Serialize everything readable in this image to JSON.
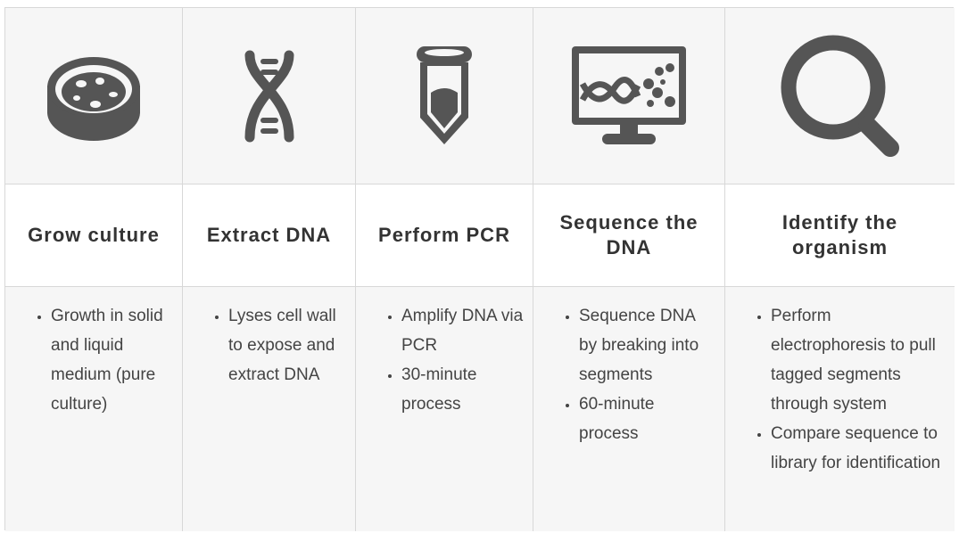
{
  "steps": [
    {
      "icon": "petri-dish-icon",
      "title": "Grow culture",
      "bullets": [
        "Growth in solid and liquid medium (pure culture)"
      ]
    },
    {
      "icon": "dna-helix-icon",
      "title": "Extract DNA",
      "bullets": [
        "Lyses cell wall to expose and extract DNA"
      ]
    },
    {
      "icon": "test-tube-icon",
      "title": "Perform PCR",
      "bullets": [
        "Amplify DNA via PCR",
        "30-minute process"
      ]
    },
    {
      "icon": "monitor-sequence-icon",
      "title": "Sequence the DNA",
      "bullets": [
        "Sequence DNA by breaking into segments",
        "60-minute process"
      ]
    },
    {
      "icon": "magnifier-icon",
      "title": "Identify the organism",
      "bullets": [
        "Perform electrophoresis to pull tagged segments through system",
        "Compare sequence to library for identification"
      ]
    }
  ],
  "colors": {
    "icon": "#555555",
    "border": "#d8d8d8",
    "cell_background": "#f6f6f6"
  }
}
